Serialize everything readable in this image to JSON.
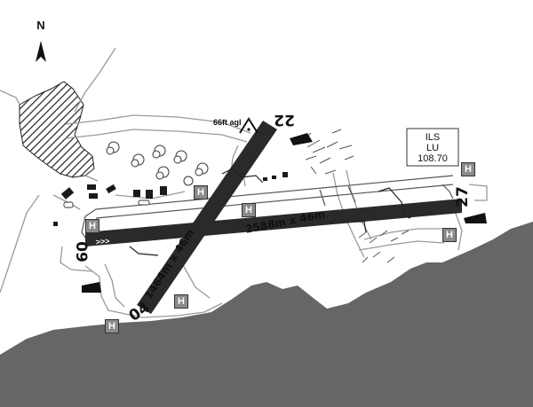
{
  "north": {
    "label": "N"
  },
  "obstacle": {
    "label": "66ft agl"
  },
  "ils": {
    "line1": "ILS",
    "line2": "LU",
    "line3": "108.70"
  },
  "runway_main": {
    "dimensions": "2588m x 46m",
    "end_west": "09",
    "end_east": "27"
  },
  "runway_cross": {
    "dimensions": "1464m x 46m",
    "end_sw": "04",
    "end_ne": "22"
  },
  "threshold_marking": ">>>",
  "helipad": {
    "letter": "H"
  },
  "colors": {
    "runway": "#2a2a2a",
    "sea": "#666666",
    "helipad": "#8a8a8a",
    "road": "#9a9a9a"
  }
}
